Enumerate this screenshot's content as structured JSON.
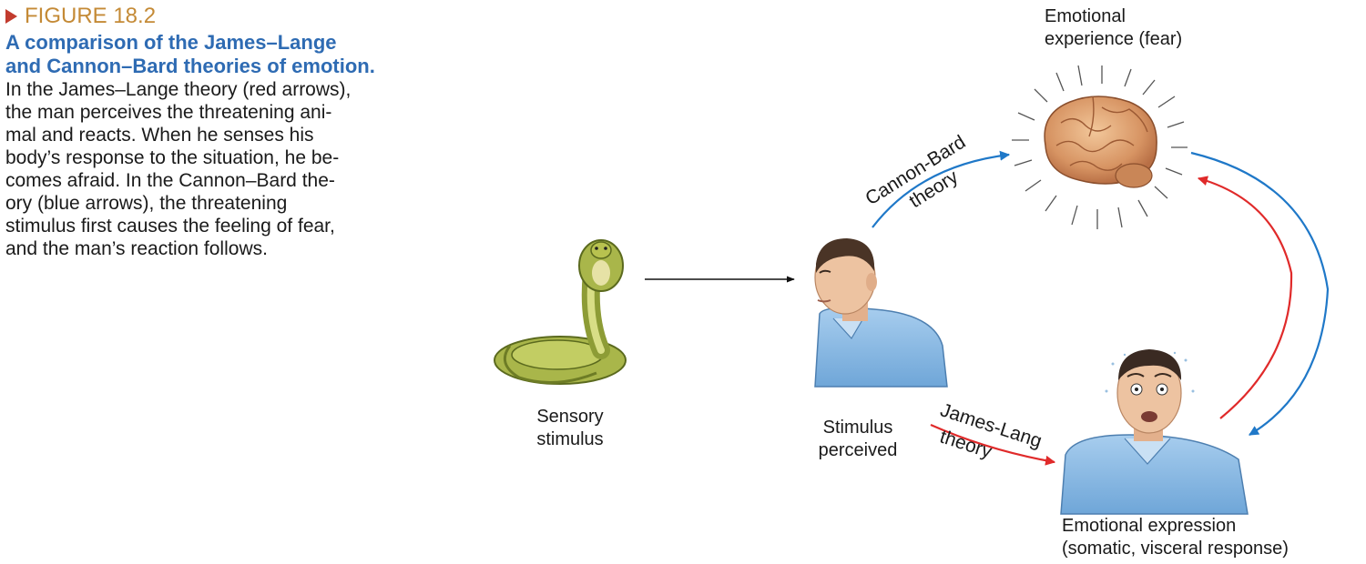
{
  "caption": {
    "figure_label": "FIGURE 18.2",
    "title_line1": "A comparison of the James–Lange",
    "title_line2": "and Cannon–Bard theories of emotion.",
    "body_lines": [
      "In the James–Lange theory (red arrows),",
      "the man perceives the threatening ani-",
      "mal and reacts. When he senses his",
      "body’s response to the situation, he be-",
      "comes afraid. In the Cannon–Bard the-",
      "ory (blue arrows), the threatening",
      "stimulus first causes the feeling of fear,",
      "and the man’s reaction follows."
    ]
  },
  "nodes": {
    "sensory": {
      "line1": "Sensory",
      "line2": "stimulus"
    },
    "perceived": {
      "line1": "Stimulus",
      "line2": "perceived"
    },
    "experience": {
      "line1": "Emotional",
      "line2": "experience (fear)"
    },
    "expression": {
      "line1": "Emotional expression",
      "line2": "(somatic, visceral response)"
    }
  },
  "theories": {
    "cannon_line1": "Cannon-Bard",
    "cannon_line2": "theory",
    "james_line1": "James-Lang",
    "james_line2": "theory"
  },
  "colors": {
    "figure_label": "#c48a36",
    "caption_title": "#2e6bb3",
    "cannon_bard_arrow": "#1f78c8",
    "james_lange_arrow": "#e02a2a",
    "sensory_arrow": "#111111"
  }
}
